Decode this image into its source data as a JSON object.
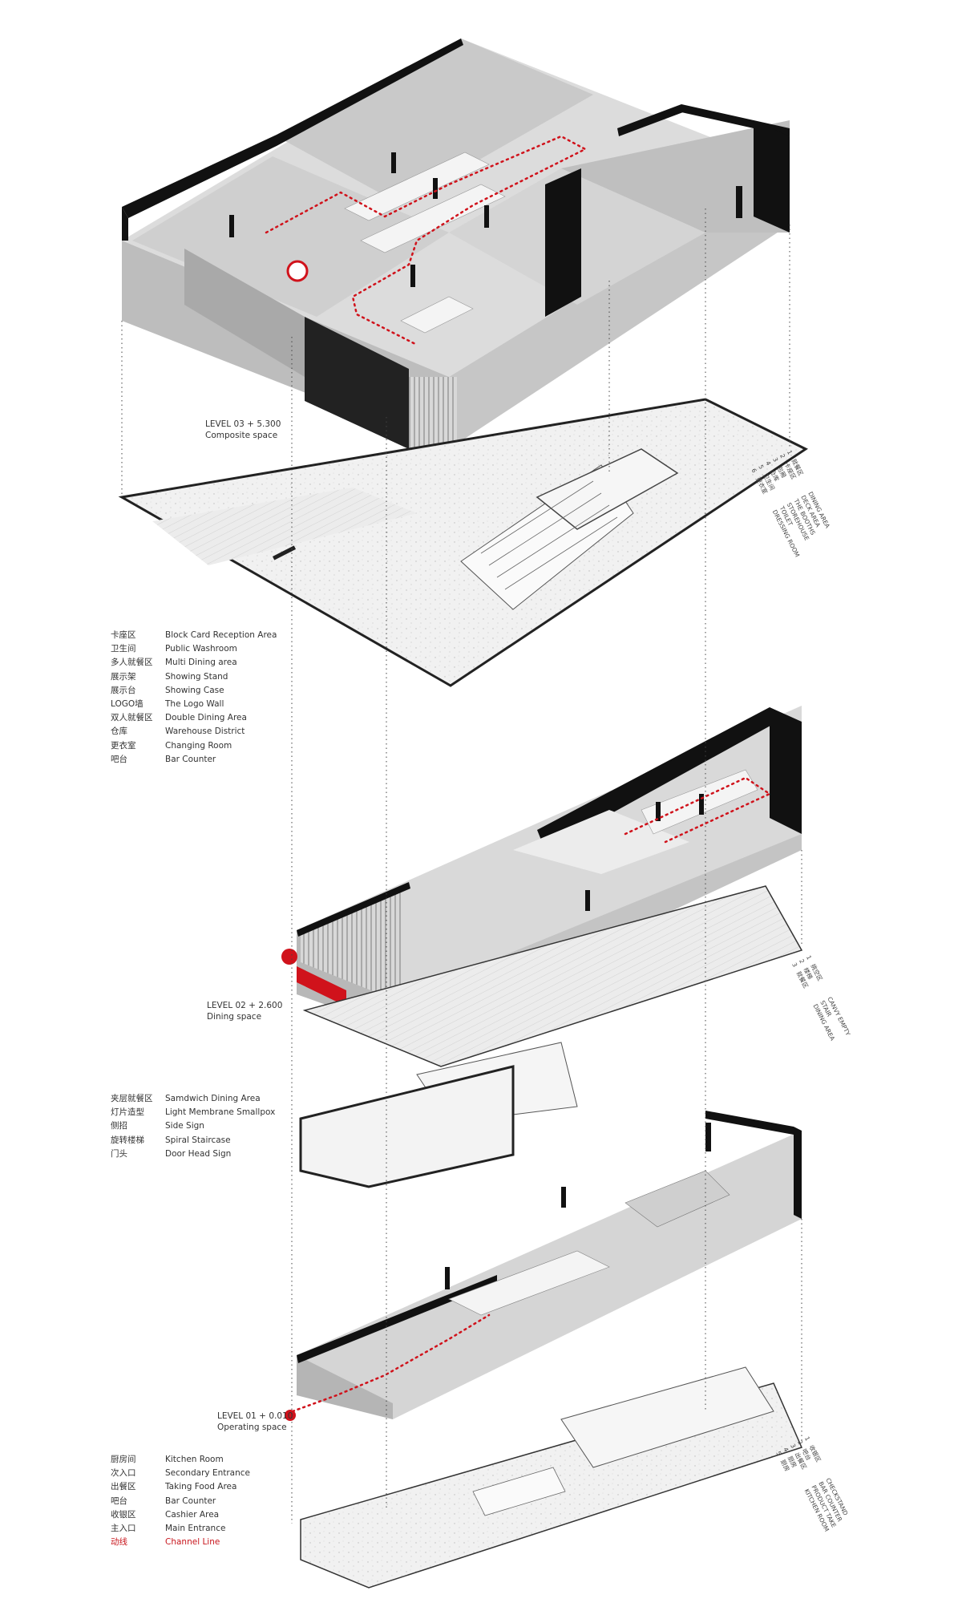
{
  "levels": [
    {
      "label": "LEVEL 03  + 5.300",
      "name": "Composite space"
    },
    {
      "label": "LEVEL 02  + 2.600",
      "name": "Dining space"
    },
    {
      "label": "LEVEL 01  + 0.010",
      "name": "Operating space"
    }
  ],
  "legend_level3": [
    {
      "cn": "卡座区",
      "en": "Block Card Reception Area"
    },
    {
      "cn": "卫生间",
      "en": "Public Washroom"
    },
    {
      "cn": "多人就餐区",
      "en": "Multi Dining area"
    },
    {
      "cn": "展示架",
      "en": "Showing Stand"
    },
    {
      "cn": "展示台",
      "en": "Showing Case"
    },
    {
      "cn": "LOGO墙",
      "en": "The Logo Wall"
    },
    {
      "cn": "双人就餐区",
      "en": "Double Dining Area"
    },
    {
      "cn": "仓库",
      "en": "Warehouse District"
    },
    {
      "cn": "更衣室",
      "en": "Changing Room"
    },
    {
      "cn": "吧台",
      "en": "Bar Counter"
    }
  ],
  "legend_level2": [
    {
      "cn": "夹层就餐区",
      "en": "Samdwich Dining Area"
    },
    {
      "cn": "灯片造型",
      "en": "Light Membrane Smallpox"
    },
    {
      "cn": "侧招",
      "en": "Side Sign"
    },
    {
      "cn": "旋转楼梯",
      "en": "Spiral Staircase"
    },
    {
      "cn": "门头",
      "en": "Door Head Sign"
    }
  ],
  "legend_level1": [
    {
      "cn": "厨房间",
      "en": "Kitchen Room"
    },
    {
      "cn": "次入口",
      "en": "Secondary Entrance"
    },
    {
      "cn": "出餐区",
      "en": "Taking Food Area"
    },
    {
      "cn": "吧台",
      "en": "Bar Counter"
    },
    {
      "cn": "收银区",
      "en": "Cashier Area"
    },
    {
      "cn": "主入口",
      "en": "Main Entrance"
    },
    {
      "cn": "动线",
      "en": "Channel Line"
    }
  ],
  "room_list_level3": [
    {
      "n": "1",
      "cn": "就餐区",
      "en": "DINING AREA"
    },
    {
      "n": "2",
      "cn": "卡座区",
      "en": "DECK AREA"
    },
    {
      "n": "3",
      "cn": "包厢",
      "en": "THE BOOTHS"
    },
    {
      "n": "4",
      "cn": "仓库",
      "en": "STOREHOUSE"
    },
    {
      "n": "5",
      "cn": "卫生间",
      "en": "TOILET"
    },
    {
      "n": "6",
      "cn": "更衣室",
      "en": "DRESSING ROOM"
    }
  ],
  "room_list_level2": [
    {
      "n": "1",
      "cn": "挑空区",
      "en": "CANVY EMPTY"
    },
    {
      "n": "2",
      "cn": "楼梯",
      "en": "STAIR"
    },
    {
      "n": "3",
      "cn": "就餐区",
      "en": "DINING AREA"
    }
  ],
  "room_list_level1": [
    {
      "n": "1",
      "cn": "收银区",
      "en": "CHECKSTAND"
    },
    {
      "n": "2",
      "cn": "吧台",
      "en": "BAR COUNTER"
    },
    {
      "n": "3",
      "cn": "出餐区",
      "en": "PRODUCT TAKE"
    },
    {
      "n": "4",
      "cn": "厨房",
      "en": "KITCHEN ROOM"
    },
    {
      "n": "5",
      "cn": "厨房",
      "en": ""
    }
  ],
  "colors": {
    "wall_black": "#111111",
    "channel_red": "#d0121b",
    "floor_grey": "#e9e9e9",
    "interior_grey": "#cfcfcf"
  }
}
